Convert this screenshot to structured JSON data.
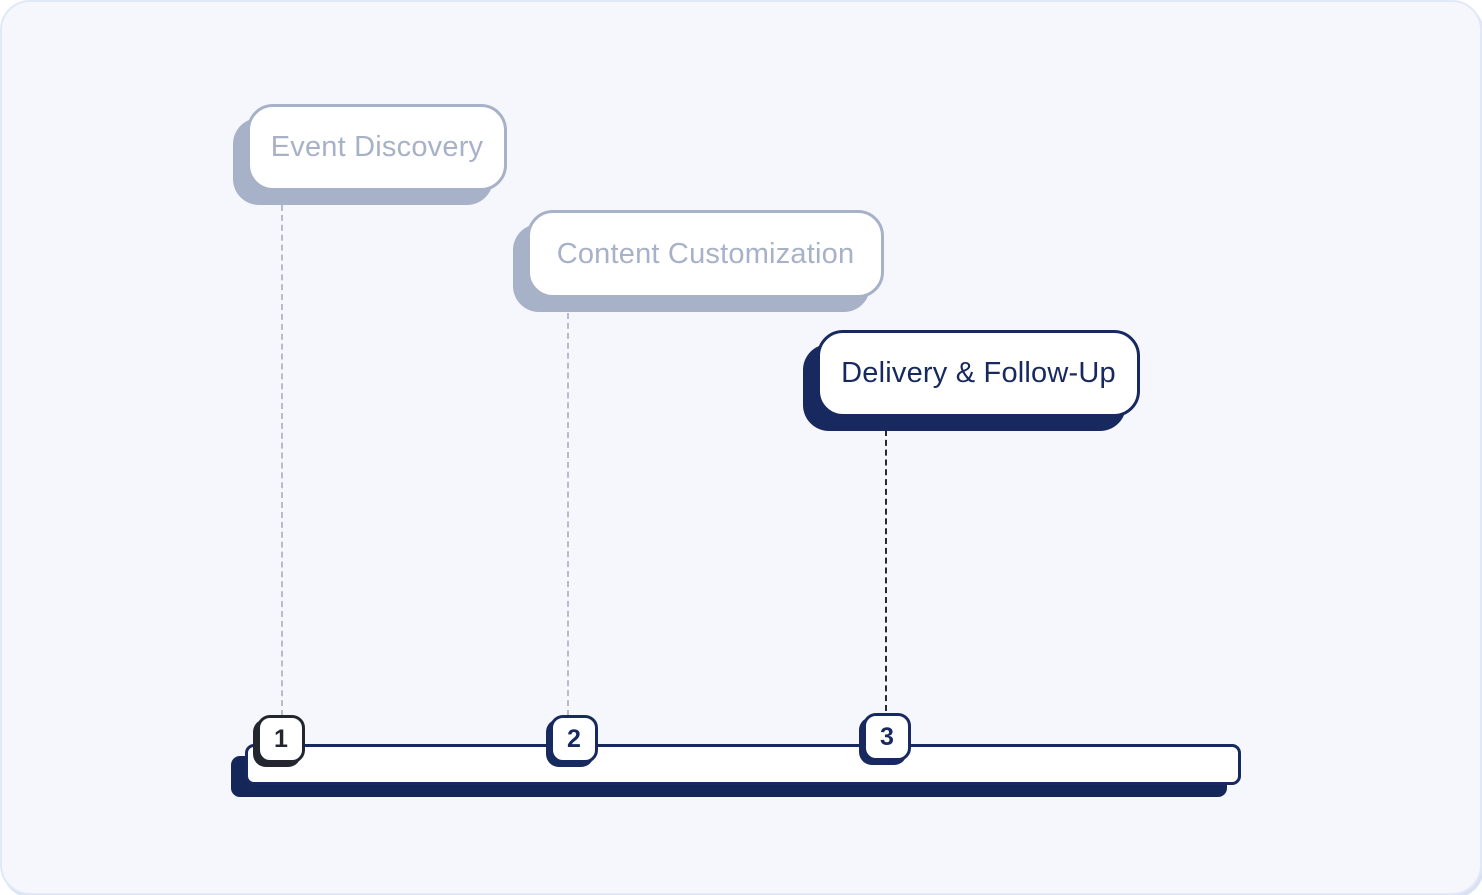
{
  "diagram": {
    "type": "process-timeline",
    "background_color": "#f5f7fc",
    "colors": {
      "active_navy": "#17295e",
      "inactive_gray": "#a7b1c7",
      "marker_dark": "#23262e",
      "connector_gray": "#b6bcc9",
      "connector_dark": "#26292f",
      "card_background": "#ffffff"
    },
    "steps": [
      {
        "number": "1",
        "label": "Event Discovery",
        "state": "inactive"
      },
      {
        "number": "2",
        "label": "Content Customization",
        "state": "inactive"
      },
      {
        "number": "3",
        "label": "Delivery & Follow-Up",
        "state": "active"
      }
    ]
  }
}
